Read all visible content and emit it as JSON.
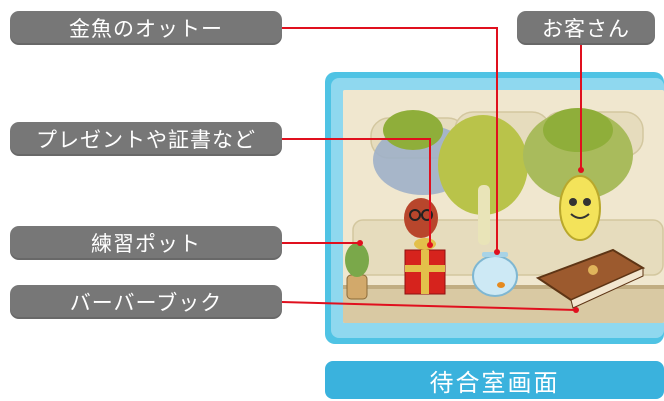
{
  "labels": {
    "goldfish": "金魚のオットー",
    "guest": "お客さん",
    "gift": "プレゼントや証書など",
    "practice_pot": "練習ポット",
    "barber_book": "バーバーブック"
  },
  "caption": "待合室画面",
  "colors": {
    "label_bg": "#777777",
    "leader_line": "#e0101e",
    "frame_blue": "#4fc3e4",
    "caption_blue": "#3ab2dd"
  }
}
